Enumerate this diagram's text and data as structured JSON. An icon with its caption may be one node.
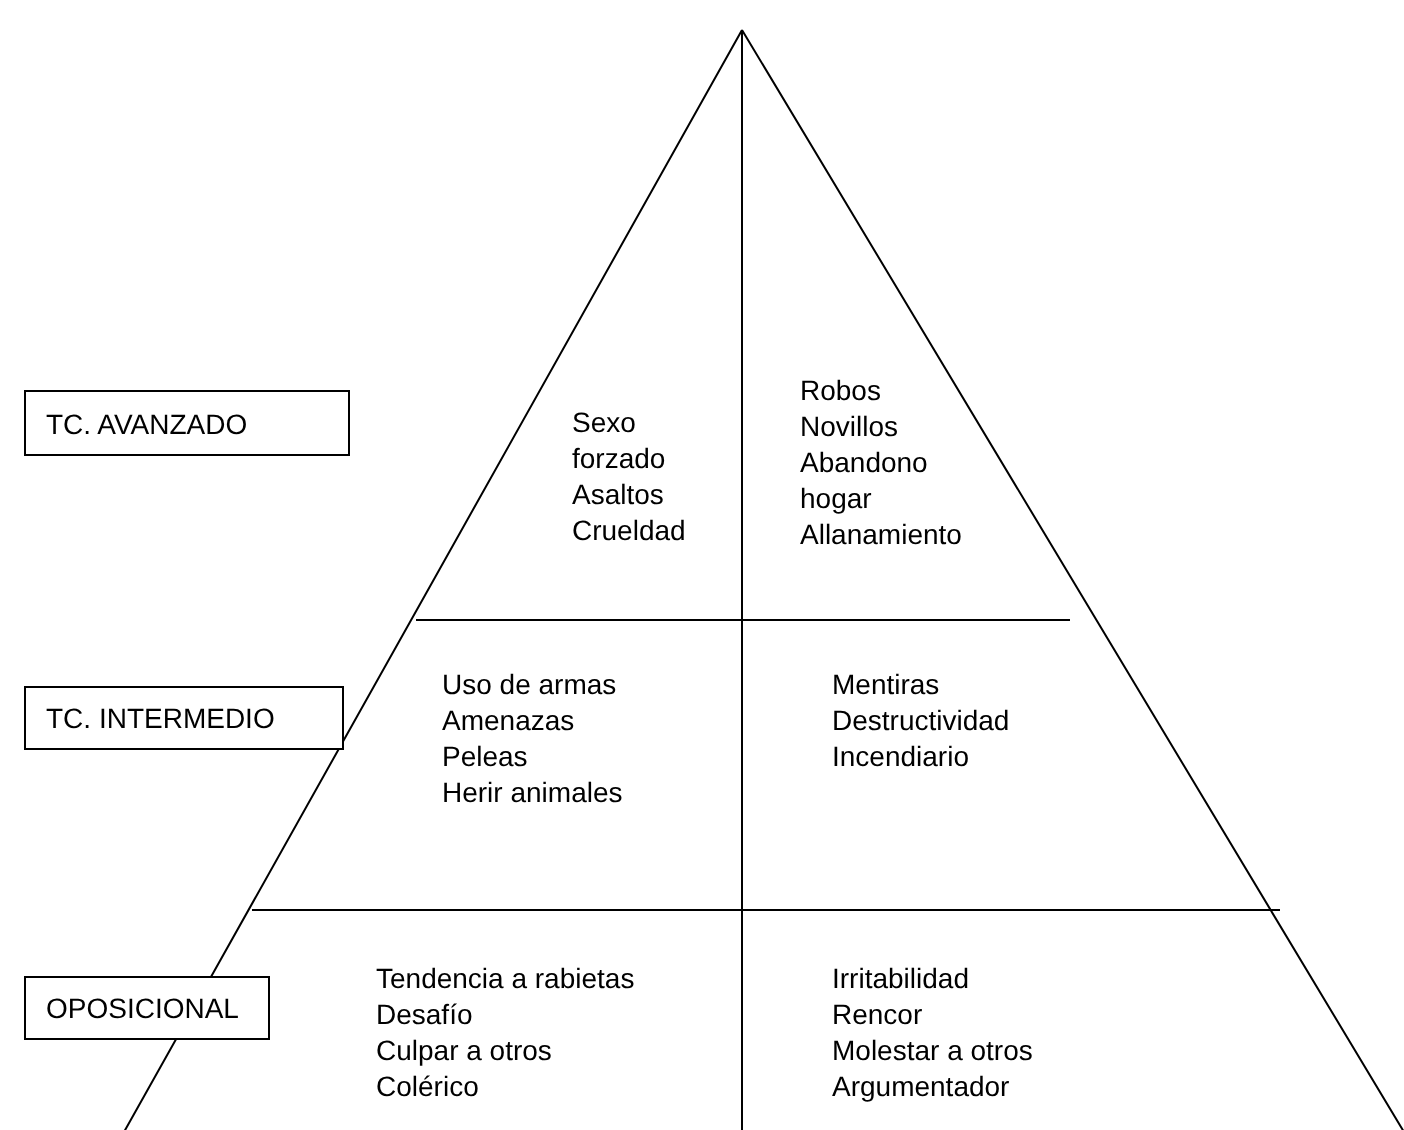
{
  "diagram": {
    "nodes": [
      {
        "text": [
          "TC. AVANZADO"
        ]
      },
      {
        "text": [
          "TC. INTERMEDIO"
        ]
      },
      {
        "text": [
          "OPOSICIONAL"
        ]
      },
      {
        "text": [
          "Sexo",
          "forzado",
          "Asaltos",
          "Crueldad"
        ]
      },
      {
        "text": [
          "Robos",
          "Novillos",
          "Abandono hogar",
          "Allanamiento"
        ]
      },
      {
        "text": [
          "Uso de armas",
          "Amenazas",
          "Peleas",
          "Herir animales"
        ]
      },
      {
        "text": [
          "Mentiras",
          "Destructividad",
          "Incendiario"
        ]
      },
      {
        "text": [
          "Tendencia a rabietas",
          "Desafío",
          "Culpar a otros",
          "Colérico"
        ]
      },
      {
        "text": [
          "Irritabilidad",
          "Rencor",
          "Molestar a otros",
          "Argumentador"
        ]
      }
    ]
  }
}
